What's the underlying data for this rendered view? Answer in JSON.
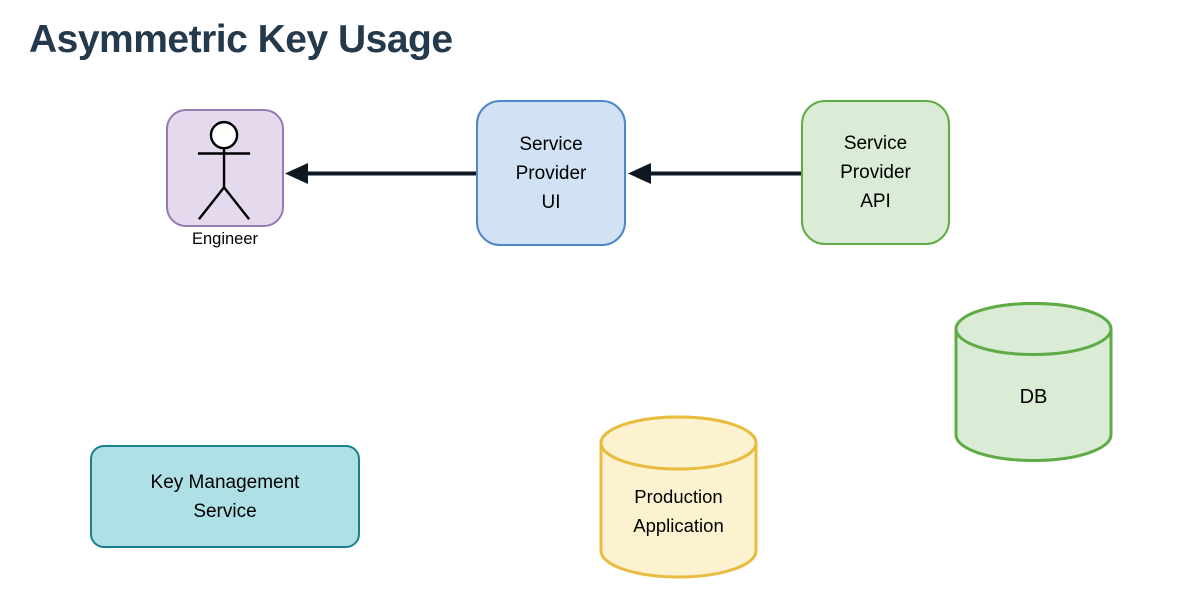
{
  "title": "Asymmetric Key Usage",
  "diagram": {
    "nodes": {
      "engineer": {
        "label": "Engineer",
        "type": "actor"
      },
      "service_provider_ui": {
        "label": "Service\nProvider\nUI",
        "type": "rounded-rect"
      },
      "service_provider_api": {
        "label": "Service\nProvider\nAPI",
        "type": "rounded-rect"
      },
      "key_management_service": {
        "label": "Key Management\nService",
        "type": "rounded-rect"
      },
      "production_application": {
        "label": "Production\nApplication",
        "type": "cylinder"
      },
      "db": {
        "label": "DB",
        "type": "cylinder"
      }
    },
    "edges": [
      {
        "from": "service_provider_api",
        "to": "service_provider_ui",
        "style": "solid-arrow"
      },
      {
        "from": "service_provider_ui",
        "to": "engineer",
        "style": "solid-arrow"
      }
    ],
    "colors": {
      "title_text": "#24394B",
      "connector": "#0D1823",
      "engineer_fill": "#E5DAED",
      "engineer_stroke": "#9878B0",
      "service_provider_ui_fill": "#D0E2F4",
      "service_provider_ui_stroke": "#4D87C8",
      "service_provider_api_fill": "#DAECD5",
      "service_provider_api_stroke": "#5FAB46",
      "key_management_service_fill": "#AEE0E5",
      "key_management_service_stroke": "#17828C",
      "production_application_fill": "#FDF2CF",
      "production_application_stroke": "#E8BC3F",
      "db_fill": "#DAECD5",
      "db_stroke": "#5FAB46"
    }
  }
}
